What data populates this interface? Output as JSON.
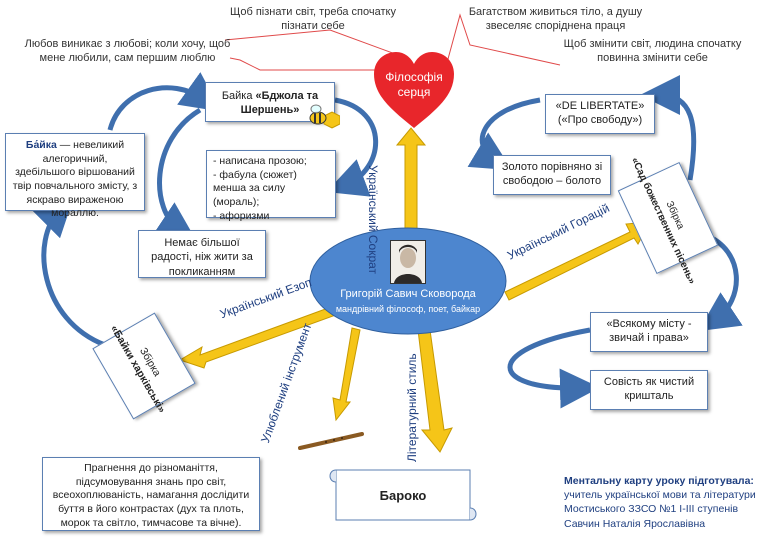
{
  "quotes": {
    "q1": "Щоб пізнати світ, треба спочатку пізнати себе",
    "q2": "Багатством живиться тіло, а душу звеселяє споріднена праця",
    "q3": "Любов виникає з любові; коли хочу, щоб мене любили, сам першим люблю",
    "q4": "Щоб змінити світ, людина спочатку повинна змінити себе"
  },
  "heart": {
    "title": "Філософія серця",
    "color": "#e8262b"
  },
  "center": {
    "name": "Григорій  Савич Сковорода",
    "subtitle": "мандрівний філософ, поет, байкар",
    "fill": "#4d86cf"
  },
  "arrow_labels": {
    "socrat": "Український Сократ",
    "horace": "Український Горацій",
    "aesop": "Український Езоп",
    "instrument": "Улюблений інструмент",
    "style": "Літературний стиль"
  },
  "fable": {
    "title_prefix": "Байка ",
    "title_bold": "«Бджола та Шершень»",
    "def_term": "Ба́йка",
    "def_text": " — невеликий алегоричний, здебільшого віршований твір повчального змісту, з яскраво вираженою мораллю.",
    "features": [
      "- написана прозою;",
      "- фабула (сюжет) менша за силу (мораль);",
      "- афоризми"
    ],
    "moral": "Немає більшої радості, ніж жити за покликанням"
  },
  "collection_fables": {
    "prefix": "Збірка ",
    "title": "«Байки харківські»"
  },
  "collection_garden": {
    "prefix": "Збірка ",
    "title": "«Сад божественних пісень»"
  },
  "libertate": {
    "title": "«DE LIBERTATE»",
    "subtitle": "(«Про свободу»)",
    "gold": "Золото порівняно зі свободою – болото"
  },
  "garden": {
    "custom": "«Всякому місту - звичай і права»",
    "conscience": "Совість як чистий кришталь"
  },
  "baroque": {
    "title": "Бароко",
    "desc": "Прагнення до різноманіття, підсумовування знань про світ, всеохоплюваність, намагання дослідити буття в його контрастах (дух та плоть, морок та світло, тимчасове та вічне)."
  },
  "author": {
    "heading": "Ментальну карту уроку підготувала:",
    "line1": "учитель української мови та літератури",
    "line2": "Мостиського ЗЗСО №1 І-ІІІ ступенів",
    "line3": "Савчин Наталія Ярославівна"
  },
  "colors": {
    "arrow_yellow": "#f5c518",
    "arrow_blue": "#3f6fae",
    "line_red": "#e04a4a"
  }
}
